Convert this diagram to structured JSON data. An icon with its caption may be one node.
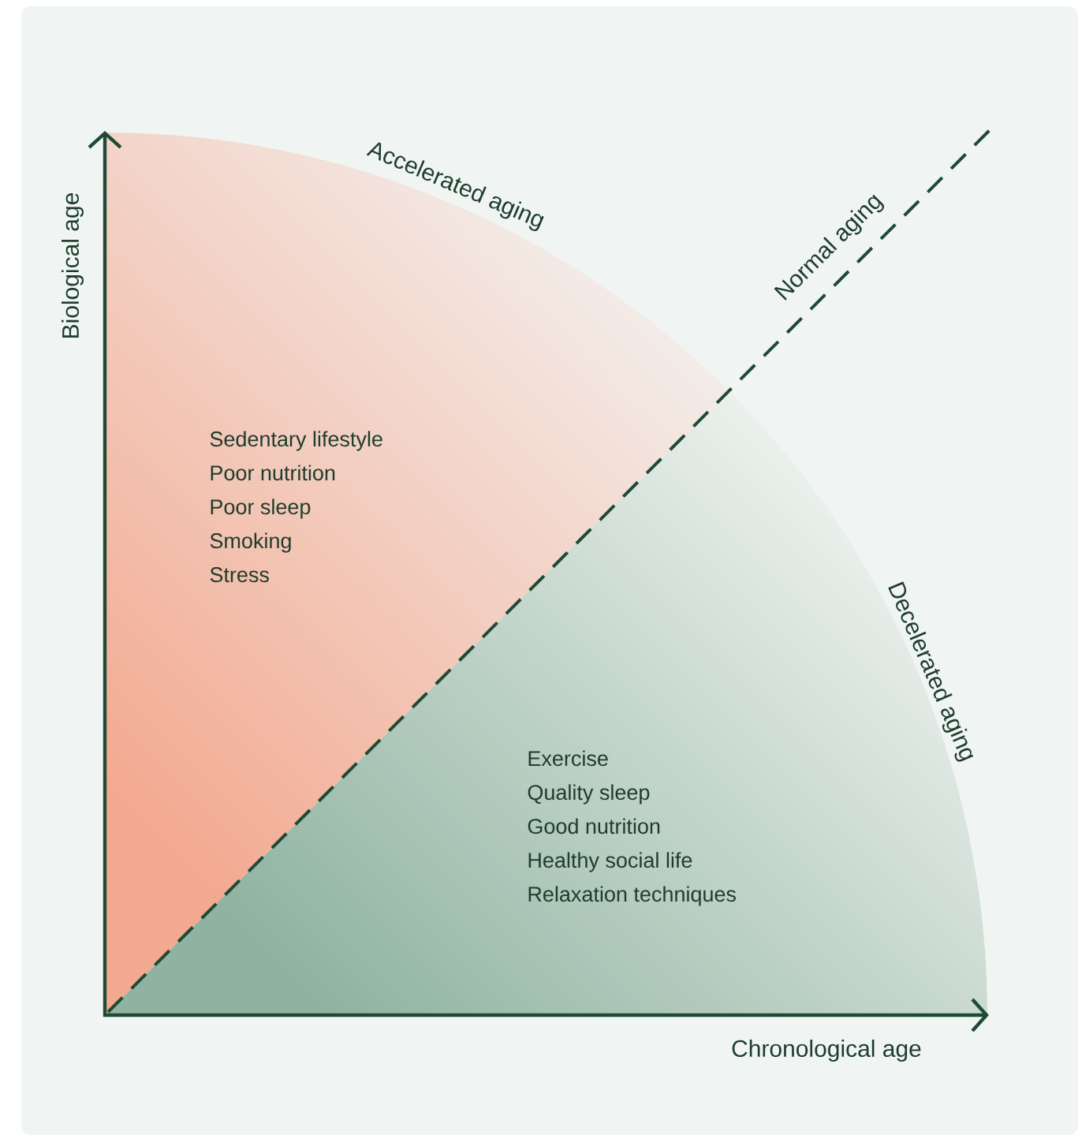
{
  "diagram": {
    "nodes": [
      {
        "text": [
          "Sedentary lifestyle",
          "Poor nutrition",
          "Poor sleep",
          "Smoking",
          "Stress"
        ]
      },
      {
        "text": [
          "Exercise",
          "Quality sleep",
          "Good nutrition",
          "Healthy social life",
          "Relaxation techniques"
        ]
      }
    ],
    "labels": [
      "Biological age",
      "Accelerated aging",
      "Normal aging",
      "Decelerated aging",
      "Chronological age"
    ]
  }
}
